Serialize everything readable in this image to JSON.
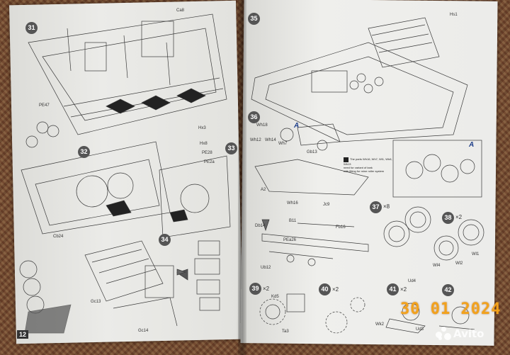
{
  "photo": {
    "description_hidden": "",
    "date_stamp": "30 01 2024",
    "watermark_text": "Avito"
  },
  "left_page": {
    "page_number": "12",
    "steps": [
      "31",
      "32",
      "33",
      "34"
    ],
    "labels": {
      "pe47": "PE47",
      "ca8": "Ca8",
      "hx3": "Hx3",
      "hx8": "Hx8",
      "pe28": "PE28",
      "pe2a": "PE2a",
      "cb24": "Cb24",
      "gc13": "Gc13",
      "gc14": "Gc14"
    }
  },
  "right_page": {
    "steps": [
      "35",
      "36",
      "37",
      "38",
      "39",
      "40",
      "41",
      "42"
    ],
    "step_multipliers": {
      "37": "×8",
      "38": "×2",
      "39": "×2",
      "40": "×2",
      "41": "×2"
    },
    "labels": {
      "hs1": "Hs1",
      "a_marker_1": "A",
      "a_marker_2": "A",
      "wh18": "Wh18",
      "wh12": "Wh12",
      "wh14": "Wh14",
      "wh7": "Wh7",
      "gb13": "Gb13",
      "a2": "A2",
      "wh16": "Wh16",
      "jc9": "Jc9",
      "b11": "B11",
      "fb16": "Fb16",
      "db14": "Db14",
      "pea26": "PEa26",
      "ub12": "Ub12",
      "wl4": "Wl4",
      "wl2": "Wl2",
      "wl1": "Wl1",
      "kd5": "Kd5",
      "ta3": "Ta3",
      "ud4": "Ud4",
      "wk2": "Wk2",
      "ud3": "Ud3"
    },
    "note_lines": [
      "The parts Wh16, Wh7, Wl1, Wh8, Wb13",
      "need for variant of tank",
      "with fitting for mine roller system"
    ]
  }
}
